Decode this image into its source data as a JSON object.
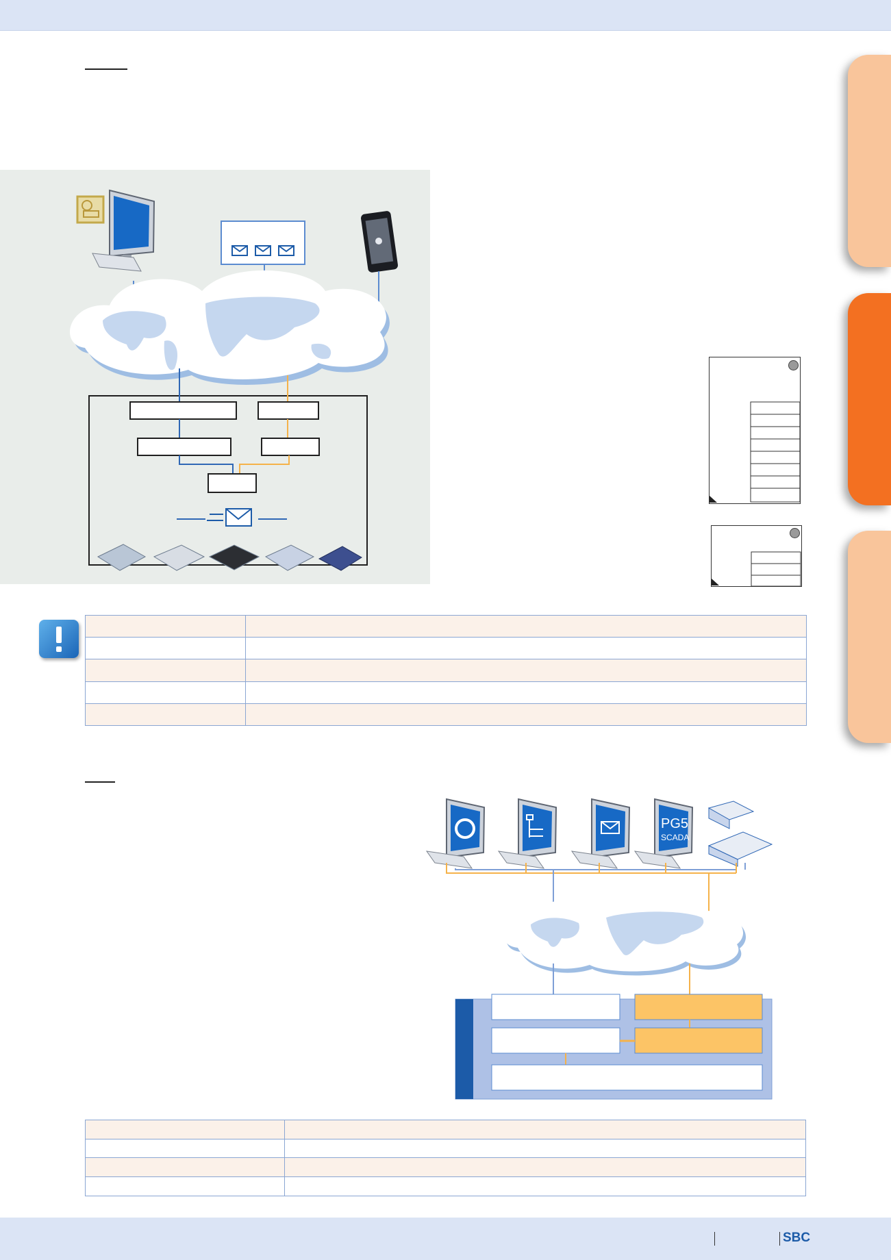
{
  "footer": {
    "brand": "SBC"
  },
  "colors": {
    "accent_blue": "#1c5ba8",
    "accent_orange": "#f37021",
    "light_orange": "#f9c59b",
    "highlight_yellow": "#fcc466",
    "panel_blue": "#aec1e6",
    "row_tint": "#fbf1e9"
  },
  "icons": {
    "warning": "exclamation-icon",
    "email": "email-icon",
    "browser": "web-browser-icon",
    "monitor": "monitor-icon",
    "tablet": "tablet-icon",
    "cloud": "world-cloud-icon",
    "scheduler": "scheduler-icon"
  },
  "monitor_labels": {
    "pg5": "PG5",
    "scada": "SCADA"
  },
  "table1": {
    "rows": 5
  },
  "table2": {
    "rows": 4
  }
}
